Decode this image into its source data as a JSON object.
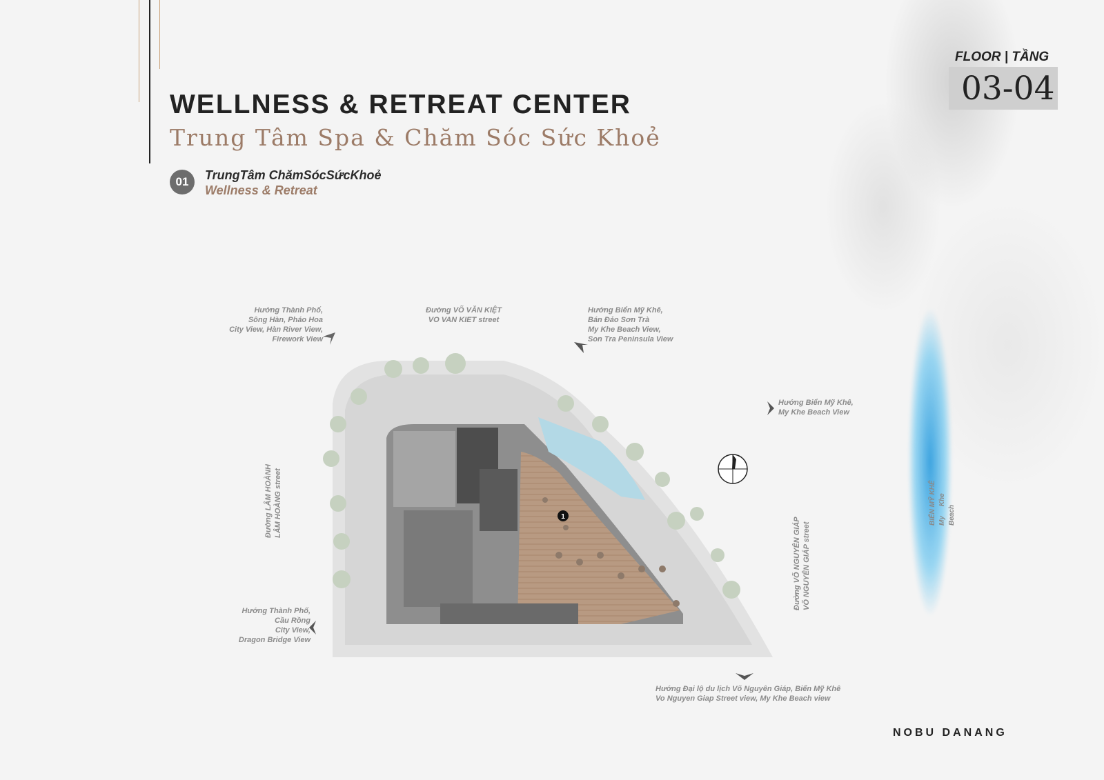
{
  "header": {
    "title": "WELLNESS & RETREAT CENTER",
    "subtitle": "Trung Tâm Spa & Chăm Sóc Sức Khoẻ"
  },
  "legend": {
    "number": "01",
    "label_vi": "TrungTâm ChămSócSứcKhoẻ",
    "label_en": "Wellness & Retreat"
  },
  "floor": {
    "label": "FLOOR | TẦNG",
    "value": "03-04"
  },
  "views": {
    "top_left": [
      "Hướng Thành Phố,",
      "Sông Hàn, Pháo Hoa",
      "City View, Hàn River View,",
      "Firework View"
    ],
    "top_center": [
      "Đường VÕ VĂN KIỆT",
      "VO VAN KIET street"
    ],
    "top_right": [
      "Hướng Biển Mỹ Khê,",
      "Bán Đảo Sơn Trà",
      "My Khe Beach View,",
      "Son Tra Peninsula View"
    ],
    "right": [
      "Hướng Biển Mỹ Khê,",
      "My Khe Beach View"
    ],
    "bottom_left": [
      "Hướng Thành Phố,",
      "Cầu Rồng",
      "City View,",
      "Dragon Bridge View"
    ],
    "bottom": [
      "Hướng Đại lộ du lịch Võ Nguyên Giáp, Biển Mỹ Khê",
      "Vo Nguyen Giap Street view, My Khe Beach view"
    ]
  },
  "streets": {
    "left_vi": "Đường LÂM HOÀNH",
    "left_en": "LÂM HOÀNG street",
    "right_vi": "Đường VÕ NGUYÊN GIÁP",
    "right_en": "VÕ NGUYÊN GIÁP street"
  },
  "sea_label": {
    "vi": "BIỂN MỸ KHÊ",
    "en1": "My",
    "en2": "Khe",
    "en3": "Beach"
  },
  "plan_marker": "1",
  "brand": "NOBU DANANG"
}
